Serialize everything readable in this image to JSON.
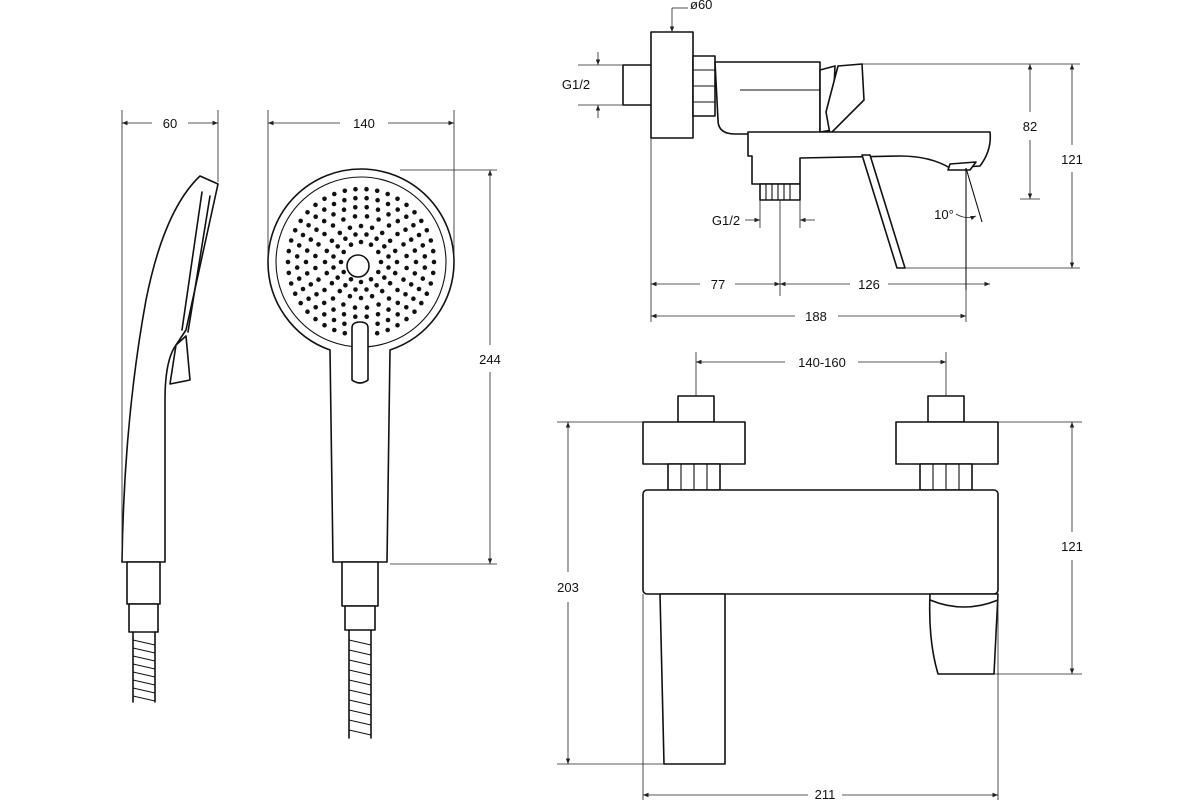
{
  "dimensions": {
    "handshower_side_width": "60",
    "handshower_head_width": "140",
    "handshower_length": "244",
    "wall_flange_diameter": "ø60",
    "inlet_thread": "G1/2",
    "outlet_thread": "G1/2",
    "spout_height": "82",
    "side_height": "121",
    "spout_angle": "10°",
    "inlet_to_outlet": "77",
    "outlet_to_spout": "126",
    "total_projection": "188",
    "inlet_spacing": "140-160",
    "front_total_height": "203",
    "front_body_height": "121",
    "front_width": "211"
  },
  "colors": {
    "line": "#111111",
    "background": "#ffffff"
  }
}
